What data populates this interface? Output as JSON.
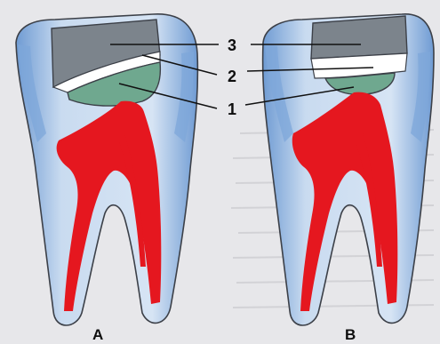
{
  "figure": {
    "callouts": [
      {
        "id": "3",
        "text": "3"
      },
      {
        "id": "2",
        "text": "2"
      },
      {
        "id": "1",
        "text": "1"
      }
    ],
    "teeth": [
      {
        "id": "A",
        "text": "A"
      },
      {
        "id": "B",
        "text": "B"
      }
    ],
    "colors": {
      "background": "#e7e7ea",
      "enamel_blue": "#7fa6d6",
      "dentin_light": "#d9e6f5",
      "pulp_red": "#e5171f",
      "filling_gray": "#7c848c",
      "liner_white": "#ffffff",
      "base_green": "#6fa88f",
      "outline": "#3c4048"
    }
  }
}
